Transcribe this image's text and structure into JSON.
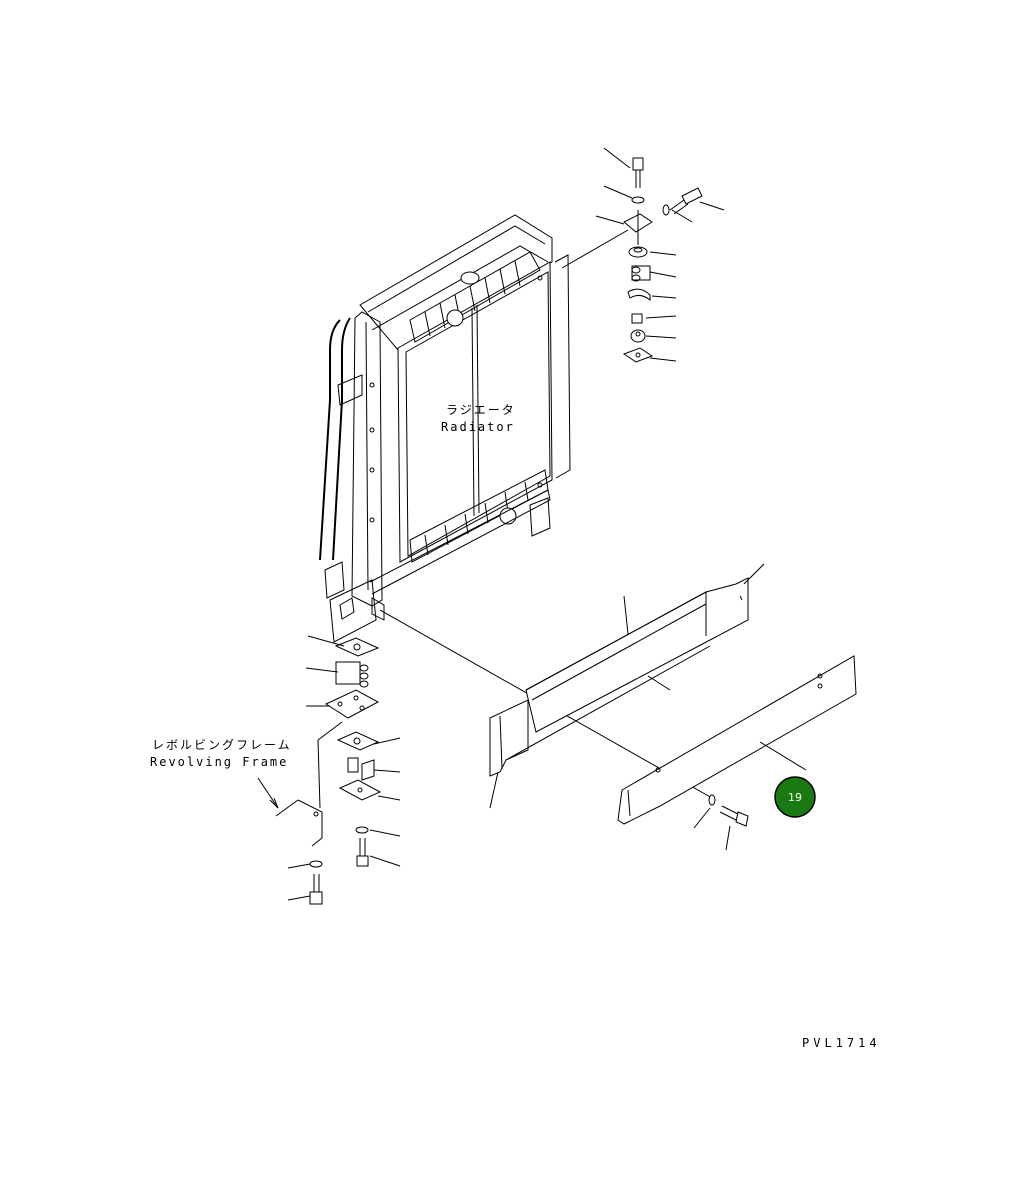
{
  "labels": {
    "radiator_jp": "ラジエータ",
    "radiator_en": "Radiator",
    "frame_jp": "レボルビングフレーム",
    "frame_en": "Revolving Frame",
    "drawing_code": "PVL1714"
  },
  "callout": {
    "number": "19",
    "color": "#1a7a12"
  }
}
